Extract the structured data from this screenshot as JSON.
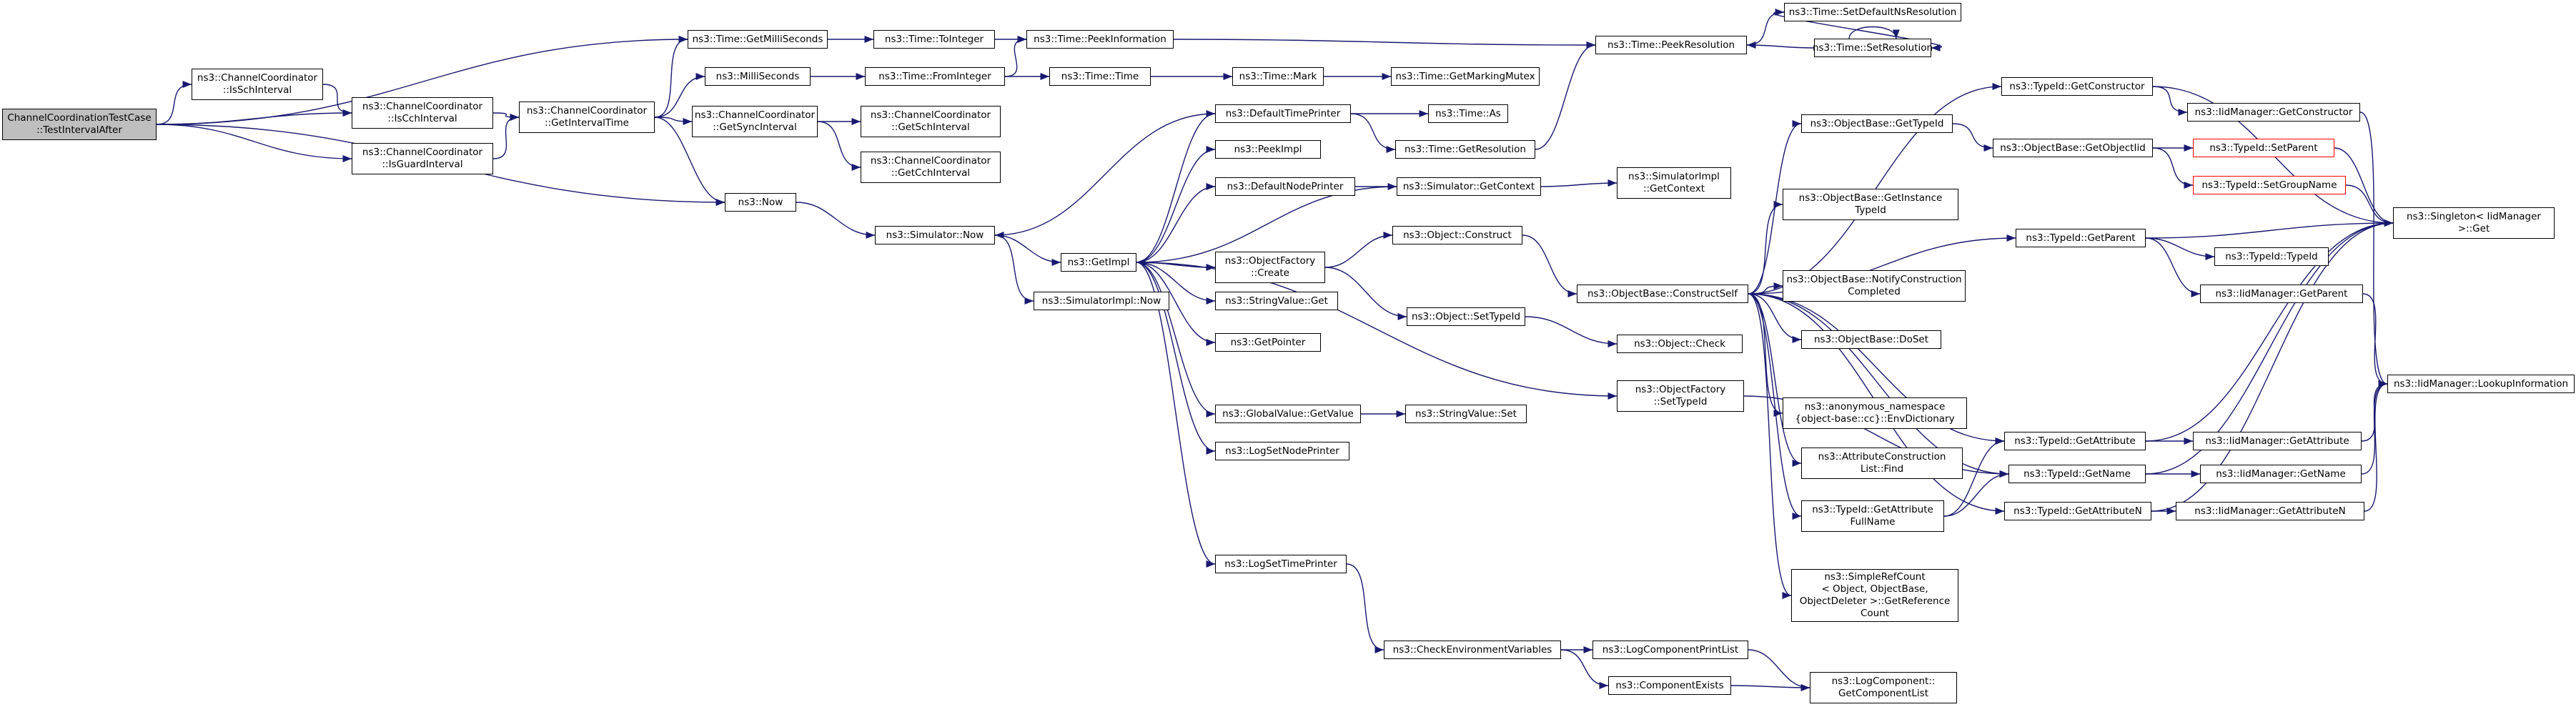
{
  "colors": {
    "edge": "#191970",
    "node_border": "#000000",
    "root_fill": "#bfbfbf",
    "truncated_border": "#ff0000",
    "background": "#ffffff"
  },
  "nodes": [
    {
      "id": "root",
      "lines": [
        "ChannelCoordinationTestCase",
        "::TestIntervalAfter"
      ],
      "style": "root"
    },
    {
      "id": "getMilli",
      "lines": [
        "ns3::Time::GetMilliSeconds"
      ]
    },
    {
      "id": "isSch",
      "lines": [
        "ns3::ChannelCoordinator",
        "::IsSchInterval"
      ]
    },
    {
      "id": "isCch",
      "lines": [
        "ns3::ChannelCoordinator",
        "::IsCchInterval"
      ]
    },
    {
      "id": "isGuard",
      "lines": [
        "ns3::ChannelCoordinator",
        "::IsGuardInterval"
      ]
    },
    {
      "id": "now",
      "lines": [
        "ns3::Now"
      ]
    },
    {
      "id": "getInterval",
      "lines": [
        "ns3::ChannelCoordinator",
        "::GetIntervalTime"
      ]
    },
    {
      "id": "milliSec",
      "lines": [
        "ns3::MilliSeconds"
      ]
    },
    {
      "id": "getSync",
      "lines": [
        "ns3::ChannelCoordinator",
        "::GetSyncInterval"
      ]
    },
    {
      "id": "toInteger",
      "lines": [
        "ns3::Time::ToInteger"
      ]
    },
    {
      "id": "fromInteger",
      "lines": [
        "ns3::Time::FromInteger"
      ]
    },
    {
      "id": "getSchInt",
      "lines": [
        "ns3::ChannelCoordinator",
        "::GetSchInterval"
      ]
    },
    {
      "id": "getCchInt",
      "lines": [
        "ns3::ChannelCoordinator",
        "::GetCchInterval"
      ]
    },
    {
      "id": "simNow",
      "lines": [
        "ns3::Simulator::Now"
      ]
    },
    {
      "id": "peekInfo",
      "lines": [
        "ns3::Time::PeekInformation"
      ]
    },
    {
      "id": "timeTime",
      "lines": [
        "ns3::Time::Time"
      ]
    },
    {
      "id": "getImpl",
      "lines": [
        "ns3::GetImpl"
      ]
    },
    {
      "id": "simImplNow",
      "lines": [
        "ns3::SimulatorImpl::Now"
      ]
    },
    {
      "id": "timeMark",
      "lines": [
        "ns3::Time::Mark"
      ]
    },
    {
      "id": "defTimePrinter",
      "lines": [
        "ns3::DefaultTimePrinter"
      ]
    },
    {
      "id": "peekImpl",
      "lines": [
        "ns3::PeekImpl"
      ]
    },
    {
      "id": "defNodePrinter",
      "lines": [
        "ns3::DefaultNodePrinter"
      ]
    },
    {
      "id": "ofCreate",
      "lines": [
        "ns3::ObjectFactory",
        "::Create"
      ]
    },
    {
      "id": "strValGet",
      "lines": [
        "ns3::StringValue::Get"
      ]
    },
    {
      "id": "getPointer",
      "lines": [
        "ns3::GetPointer"
      ]
    },
    {
      "id": "gvGetValue",
      "lines": [
        "ns3::GlobalValue::GetValue"
      ]
    },
    {
      "id": "logSetNode",
      "lines": [
        "ns3::LogSetNodePrinter"
      ]
    },
    {
      "id": "logSetTime",
      "lines": [
        "ns3::LogSetTimePrinter"
      ]
    },
    {
      "id": "checkEnv",
      "lines": [
        "ns3::CheckEnvironmentVariables"
      ]
    },
    {
      "id": "getMarkMutex",
      "lines": [
        "ns3::Time::GetMarkingMutex"
      ]
    },
    {
      "id": "timeAs",
      "lines": [
        "ns3::Time::As"
      ]
    },
    {
      "id": "getResolution",
      "lines": [
        "ns3::Time::GetResolution"
      ]
    },
    {
      "id": "simGetContext",
      "lines": [
        "ns3::Simulator::GetContext"
      ]
    },
    {
      "id": "objConstruct",
      "lines": [
        "ns3::Object::Construct"
      ]
    },
    {
      "id": "objSetTypeId",
      "lines": [
        "ns3::Object::SetTypeId"
      ]
    },
    {
      "id": "strValSet",
      "lines": [
        "ns3::StringValue::Set"
      ]
    },
    {
      "id": "logCompPrint",
      "lines": [
        "ns3::LogComponentPrintList"
      ]
    },
    {
      "id": "compExists",
      "lines": [
        "ns3::ComponentExists"
      ]
    },
    {
      "id": "peekRes",
      "lines": [
        "ns3::Time::PeekResolution"
      ]
    },
    {
      "id": "setDefNsRes",
      "lines": [
        "ns3::Time::SetDefaultNsResolution"
      ]
    },
    {
      "id": "setRes",
      "lines": [
        "ns3::Time::SetResolution"
      ]
    },
    {
      "id": "simImplCtx",
      "lines": [
        "ns3::SimulatorImpl",
        "::GetContext"
      ]
    },
    {
      "id": "obGetTypeId",
      "lines": [
        "ns3::ObjectBase::GetTypeId"
      ]
    },
    {
      "id": "obGetInst",
      "lines": [
        "ns3::ObjectBase::GetInstance",
        "TypeId"
      ]
    },
    {
      "id": "obConstructSelf",
      "lines": [
        "ns3::ObjectBase::ConstructSelf"
      ]
    },
    {
      "id": "objCheck",
      "lines": [
        "ns3::Object::Check"
      ]
    },
    {
      "id": "ofSetTypeId",
      "lines": [
        "ns3::ObjectFactory",
        "::SetTypeId"
      ]
    },
    {
      "id": "obNotify",
      "lines": [
        "ns3::ObjectBase::NotifyConstruction",
        "Completed"
      ]
    },
    {
      "id": "obDoSet",
      "lines": [
        "ns3::ObjectBase::DoSet"
      ]
    },
    {
      "id": "anonEnv",
      "lines": [
        "ns3::anonymous_namespace",
        "{object-base::cc}::EnvDictionary"
      ]
    },
    {
      "id": "attrConstr",
      "lines": [
        "ns3::AttributeConstruction",
        "List::Find"
      ]
    },
    {
      "id": "tidGetAttrFull",
      "lines": [
        "ns3::TypeId::GetAttribute",
        "FullName"
      ]
    },
    {
      "id": "simpleRef",
      "lines": [
        "ns3::SimpleRefCount",
        "< Object, ObjectBase,",
        "ObjectDeleter >::GetReference",
        "Count"
      ]
    },
    {
      "id": "logCompGetList",
      "lines": [
        "ns3::LogComponent::",
        "GetComponentList"
      ]
    },
    {
      "id": "obGetObjectTid",
      "lines": [
        "ns3::ObjectBase::GetObjectIid"
      ]
    },
    {
      "id": "tidGetConstructor",
      "lines": [
        "ns3::TypeId::GetConstructor"
      ]
    },
    {
      "id": "tidGetParent",
      "lines": [
        "ns3::TypeId::GetParent"
      ]
    },
    {
      "id": "tidGetAttribute",
      "lines": [
        "ns3::TypeId::GetAttribute"
      ]
    },
    {
      "id": "tidGetName",
      "lines": [
        "ns3::TypeId::GetName"
      ]
    },
    {
      "id": "tidGetAttrN",
      "lines": [
        "ns3::TypeId::GetAttributeN"
      ]
    },
    {
      "id": "tidSetParent",
      "lines": [
        "ns3::TypeId::SetParent"
      ],
      "style": "trunc"
    },
    {
      "id": "tidSetGroup",
      "lines": [
        "ns3::TypeId::SetGroupName"
      ],
      "style": "trunc"
    },
    {
      "id": "iidGetConstructor",
      "lines": [
        "ns3::IidManager::GetConstructor"
      ]
    },
    {
      "id": "tidTypeId",
      "lines": [
        "ns3::TypeId::TypeId"
      ]
    },
    {
      "id": "iidGetParent",
      "lines": [
        "ns3::IidManager::GetParent"
      ]
    },
    {
      "id": "iidGetAttribute",
      "lines": [
        "ns3::IidManager::GetAttribute"
      ]
    },
    {
      "id": "iidGetName",
      "lines": [
        "ns3::IidManager::GetName"
      ]
    },
    {
      "id": "iidGetAttrN",
      "lines": [
        "ns3::IidManager::GetAttributeN"
      ]
    },
    {
      "id": "singleton",
      "lines": [
        "ns3::Singleton< IidManager",
        ">::Get"
      ]
    },
    {
      "id": "iidLookup",
      "lines": [
        "ns3::IidManager::LookupInformation"
      ]
    }
  ],
  "edges": [
    [
      "root",
      "getMilli"
    ],
    [
      "root",
      "isSch"
    ],
    [
      "root",
      "isCch"
    ],
    [
      "root",
      "isGuard"
    ],
    [
      "root",
      "now"
    ],
    [
      "isSch",
      "isCch"
    ],
    [
      "isCch",
      "getInterval"
    ],
    [
      "isGuard",
      "getInterval"
    ],
    [
      "getInterval",
      "getMilli"
    ],
    [
      "getInterval",
      "milliSec"
    ],
    [
      "getInterval",
      "getSync"
    ],
    [
      "getInterval",
      "now"
    ],
    [
      "getMilli",
      "toInteger"
    ],
    [
      "milliSec",
      "fromInteger"
    ],
    [
      "getSync",
      "getSchInt"
    ],
    [
      "getSync",
      "getCchInt"
    ],
    [
      "now",
      "simNow"
    ],
    [
      "toInteger",
      "peekInfo"
    ],
    [
      "fromInteger",
      "peekInfo"
    ],
    [
      "fromInteger",
      "timeTime"
    ],
    [
      "simNow",
      "getImpl"
    ],
    [
      "simNow",
      "simImplNow"
    ],
    [
      "timeTime",
      "timeMark"
    ],
    [
      "timeMark",
      "getMarkMutex"
    ],
    [
      "peekInfo",
      "peekRes"
    ],
    [
      "peekRes",
      "setDefNsRes"
    ],
    [
      "setDefNsRes",
      "setRes"
    ],
    [
      "setRes",
      "setRes"
    ],
    [
      "setRes",
      "peekRes"
    ],
    [
      "getImpl",
      "defTimePrinter"
    ],
    [
      "getImpl",
      "peekImpl"
    ],
    [
      "getImpl",
      "defNodePrinter"
    ],
    [
      "getImpl",
      "ofCreate"
    ],
    [
      "getImpl",
      "strValGet"
    ],
    [
      "getImpl",
      "getPointer"
    ],
    [
      "getImpl",
      "gvGetValue"
    ],
    [
      "getImpl",
      "logSetNode"
    ],
    [
      "getImpl",
      "logSetTime"
    ],
    [
      "getImpl",
      "ofSetTypeId"
    ],
    [
      "defTimePrinter",
      "simNow"
    ],
    [
      "defTimePrinter",
      "timeAs"
    ],
    [
      "defTimePrinter",
      "getResolution"
    ],
    [
      "getResolution",
      "peekRes"
    ],
    [
      "defNodePrinter",
      "simGetContext"
    ],
    [
      "simGetContext",
      "getImpl"
    ],
    [
      "simGetContext",
      "simImplCtx"
    ],
    [
      "ofCreate",
      "getImpl"
    ],
    [
      "ofCreate",
      "objConstruct"
    ],
    [
      "ofCreate",
      "objSetTypeId"
    ],
    [
      "objConstruct",
      "obConstructSelf"
    ],
    [
      "objSetTypeId",
      "objCheck"
    ],
    [
      "gvGetValue",
      "strValSet"
    ],
    [
      "logSetTime",
      "checkEnv"
    ],
    [
      "checkEnv",
      "logCompPrint"
    ],
    [
      "checkEnv",
      "compExists"
    ],
    [
      "logCompPrint",
      "logCompGetList"
    ],
    [
      "compExists",
      "logCompGetList"
    ],
    [
      "obConstructSelf",
      "obGetTypeId"
    ],
    [
      "obConstructSelf",
      "obGetInst"
    ],
    [
      "obConstructSelf",
      "obNotify"
    ],
    [
      "obConstructSelf",
      "obDoSet"
    ],
    [
      "obConstructSelf",
      "anonEnv"
    ],
    [
      "obConstructSelf",
      "attrConstr"
    ],
    [
      "obConstructSelf",
      "tidGetAttrFull"
    ],
    [
      "obConstructSelf",
      "simpleRef"
    ],
    [
      "obConstructSelf",
      "tidGetConstructor"
    ],
    [
      "obConstructSelf",
      "tidGetParent"
    ],
    [
      "obConstructSelf",
      "tidGetAttribute"
    ],
    [
      "obConstructSelf",
      "tidGetName"
    ],
    [
      "obConstructSelf",
      "tidGetAttrN"
    ],
    [
      "obGetTypeId",
      "obGetObjectTid"
    ],
    [
      "obGetObjectTid",
      "tidSetParent"
    ],
    [
      "obGetObjectTid",
      "tidSetGroup"
    ],
    [
      "ofSetTypeId",
      "tidGetName"
    ],
    [
      "tidGetAttrFull",
      "tidGetAttribute"
    ],
    [
      "tidGetAttrFull",
      "tidGetName"
    ],
    [
      "tidGetConstructor",
      "iidGetConstructor"
    ],
    [
      "tidGetConstructor",
      "singleton"
    ],
    [
      "tidGetParent",
      "singleton"
    ],
    [
      "tidGetParent",
      "tidTypeId"
    ],
    [
      "tidGetParent",
      "iidGetParent"
    ],
    [
      "tidGetAttribute",
      "singleton"
    ],
    [
      "tidGetAttribute",
      "iidGetAttribute"
    ],
    [
      "tidGetName",
      "singleton"
    ],
    [
      "tidGetName",
      "iidGetName"
    ],
    [
      "tidGetAttrN",
      "singleton"
    ],
    [
      "tidGetAttrN",
      "iidGetAttrN"
    ],
    [
      "tidSetParent",
      "singleton"
    ],
    [
      "tidSetGroup",
      "singleton"
    ],
    [
      "iidGetConstructor",
      "iidLookup"
    ],
    [
      "iidGetParent",
      "iidLookup"
    ],
    [
      "iidGetAttribute",
      "iidLookup"
    ],
    [
      "iidGetName",
      "iidLookup"
    ],
    [
      "iidGetAttrN",
      "iidLookup"
    ]
  ]
}
